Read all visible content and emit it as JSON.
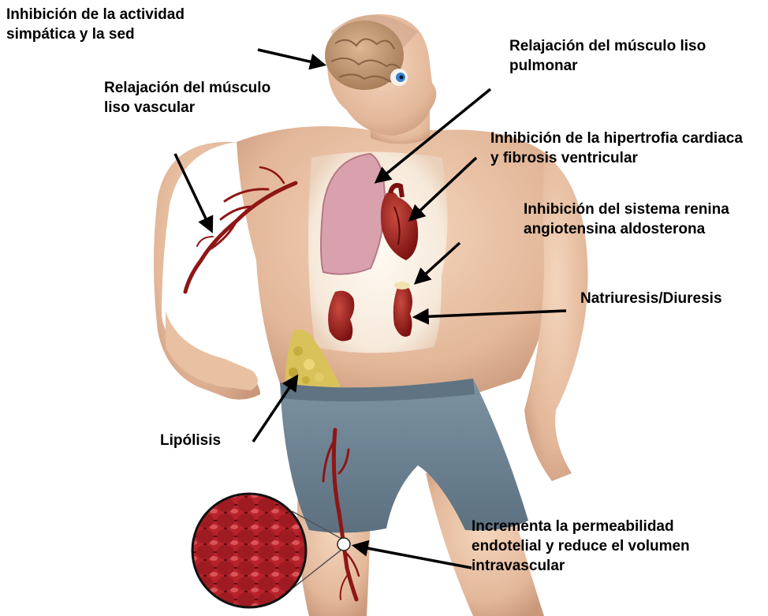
{
  "labels": {
    "brain": [
      "Inhibición de la actividad",
      "simpática y la sed"
    ],
    "vascular": [
      "Relajación del músculo",
      "liso vascular"
    ],
    "pulmonary": [
      "Relajación del músculo liso",
      "pulmonar"
    ],
    "cardiac": [
      "Inhibición de la hipertrofia cardiaca",
      "y fibrosis ventricular"
    ],
    "raas": [
      "Inhibición del sistema renina",
      "angiotensina aldosterona"
    ],
    "natriuresis": [
      "Natriuresis/Diuresis"
    ],
    "lipolysis": [
      "Lipólisis"
    ],
    "endothelial": [
      "Incrementa la permeabilidad",
      "endotelial y reduce el volumen",
      "intravascular"
    ]
  },
  "colors": {
    "skin": "#e9c3a4",
    "skin_shadow": "#c9977a",
    "shorts": "#6f8594",
    "organ_red": "#9c1d1d",
    "lung_pink": "#d9a1ad",
    "fat_yellow": "#d9c25a",
    "brain_tan": "#c9a27c",
    "arrow": "#000000"
  }
}
